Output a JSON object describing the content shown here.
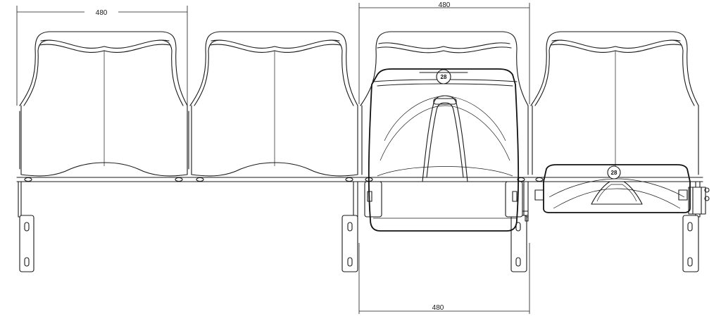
{
  "dimensions": {
    "top_left": "480",
    "top_right": "480",
    "bottom": "480"
  },
  "seat_numbers": {
    "seat_3": "28",
    "seat_4": "28"
  }
}
